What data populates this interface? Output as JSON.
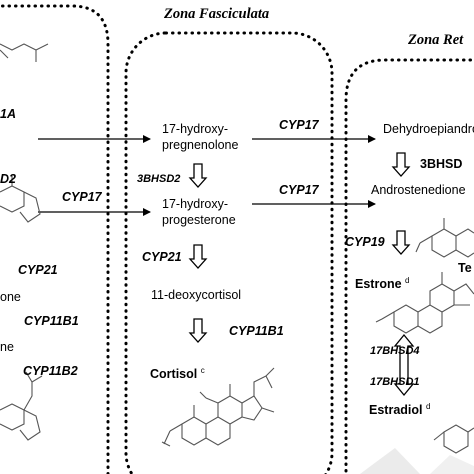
{
  "zones": {
    "fasciculata": "Zona Fasciculata",
    "reticularis": "Zona Ret"
  },
  "left_column": {
    "enz_1a": "1A",
    "enz_cyp17": "CYP17",
    "enz_d2": "D2",
    "enz_cyp21": "CYP21",
    "cmp_one": "one",
    "enz_cyp11b1": "CYP11B1",
    "cmp_ne": "ne",
    "enz_cyp11b2": "CYP11B2"
  },
  "fasciculata_column": {
    "hydroxypregnenolone": [
      "17-hydroxy-",
      "pregnenolone"
    ],
    "enz_3bhsd2": "3BHSD2",
    "hydroxyprogesterone": [
      "17-hydroxy-",
      "progesterone"
    ],
    "enz_cyp21": "CYP21",
    "deoxycortisol": "11-deoxycortisol",
    "enz_cyp11b1": "CYP11B1",
    "cortisol": "Cortisol",
    "cortisol_sup": "c"
  },
  "middle_arrows": {
    "cyp17_top": "CYP17",
    "cyp17_bottom": "CYP17"
  },
  "reticularis_column": {
    "dhea": "Dehydroepiandroc",
    "enz_3bhsd": "3BHSD",
    "androstenedione": "Androstenedione",
    "enz_cyp19": "CYP19",
    "te_label": "Te",
    "estrone": "Estrone",
    "estrone_sup": "d",
    "enz_17bhsd4": "17BHSD4",
    "enz_17bhsd1": "17BHSD1",
    "estradiol": "Estradiol",
    "estradiol_sup": "d"
  },
  "colors": {
    "ink": "#000000",
    "structure": "#555555",
    "watermark": "#d8d8d8"
  }
}
